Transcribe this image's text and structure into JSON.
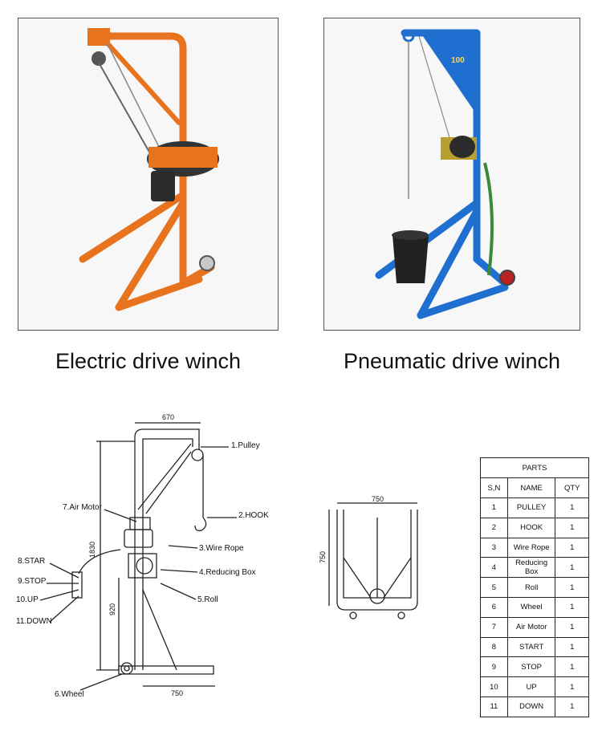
{
  "captions": {
    "left": "Electric drive winch",
    "right": "Pneumatic drive winch"
  },
  "photo_left": {
    "frame_color": "#e8731e"
  },
  "photo_right": {
    "frame_color": "#1f6fd0",
    "sign_text": "100"
  },
  "side_view": {
    "width_dim": "670",
    "height_dim": "1830",
    "mid_dim": "920",
    "base_dim": "750",
    "labels": [
      "1.Pulley",
      "2.HOOK",
      "3.Wire Rope",
      "4.Reducing Box",
      "5.Roll",
      "6.Wheel",
      "7.Air Motor",
      "8.STAR",
      "9.STOP",
      "10.UP",
      "11.DOWN"
    ]
  },
  "front_view": {
    "width_dim": "750",
    "height_dim": "750"
  },
  "parts_table": {
    "title": "PARTS",
    "headers": [
      "S,N",
      "NAME",
      "QTY"
    ],
    "rows": [
      {
        "sn": "1",
        "name": "PULLEY",
        "qty": "1"
      },
      {
        "sn": "2",
        "name": "HOOK",
        "qty": "1"
      },
      {
        "sn": "3",
        "name": "Wire Rope",
        "qty": "1"
      },
      {
        "sn": "4",
        "name": "Reducing Box",
        "qty": "1"
      },
      {
        "sn": "5",
        "name": "Roll",
        "qty": "1"
      },
      {
        "sn": "6",
        "name": "Wheel",
        "qty": "1"
      },
      {
        "sn": "7",
        "name": "Air Motor",
        "qty": "1"
      },
      {
        "sn": "8",
        "name": "START",
        "qty": "1"
      },
      {
        "sn": "9",
        "name": "STOP",
        "qty": "1"
      },
      {
        "sn": "10",
        "name": "UP",
        "qty": "1"
      },
      {
        "sn": "11",
        "name": "DOWN",
        "qty": "1"
      }
    ]
  }
}
